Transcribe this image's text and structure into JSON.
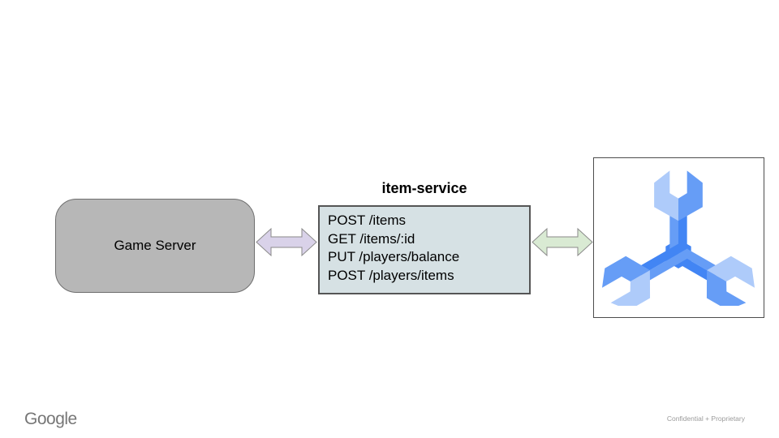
{
  "slide": {
    "nodes": {
      "game_server": {
        "label": "Game Server"
      },
      "item_service": {
        "title": "item-service",
        "endpoints": [
          "POST /items",
          "GET /items/:id",
          "PUT /players/balance",
          "POST /players/items"
        ]
      },
      "spanner": {
        "icon": "cloud-spanner-icon"
      }
    },
    "connectors": [
      {
        "name": "game-to-service",
        "type": "double-arrow",
        "color": "#d9d2e9"
      },
      {
        "name": "service-to-spanner",
        "type": "double-arrow",
        "color": "#d9ead3"
      }
    ],
    "footer": {
      "brand": "Google",
      "confidentiality": "Confidential + Proprietary"
    },
    "colors": {
      "game_server_fill": "#b7b7b7",
      "item_service_fill": "#d6e1e4",
      "arrow_left_fill": "#d9d2e9",
      "arrow_right_fill": "#d9ead3",
      "spanner_light": "#aecbfa",
      "spanner_medium": "#669df6",
      "spanner_dark": "#4285f4"
    }
  }
}
